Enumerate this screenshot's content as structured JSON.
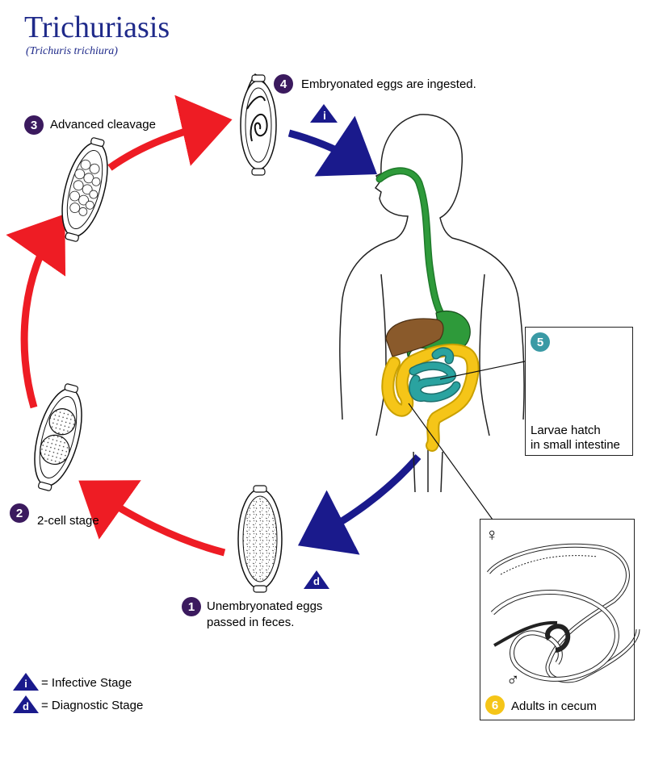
{
  "title": "Trichuriasis",
  "subtitle": "(Trichuris trichiura)",
  "stages": [
    {
      "num": "1",
      "label_l1": "Unembryonated eggs",
      "label_l2": "passed in feces."
    },
    {
      "num": "2",
      "label": "2-cell stage"
    },
    {
      "num": "3",
      "label": "Advanced cleavage"
    },
    {
      "num": "4",
      "label": "Embryonated eggs are ingested."
    },
    {
      "num": "5",
      "label_l1": "Larvae hatch",
      "label_l2": "in small intestine"
    },
    {
      "num": "6",
      "label": "Adults in cecum"
    }
  ],
  "markers": {
    "infective": "i",
    "diagnostic": "d"
  },
  "legend": {
    "infective_text": "= Infective Stage",
    "diagnostic_text": "= Diagnostic Stage"
  },
  "sex_symbols": {
    "female": "♀",
    "male": "♂"
  },
  "colors": {
    "title": "#1f2a8a",
    "stage_circle": "#3b1a5e",
    "stage5_circle": "#3a9aa5",
    "stage6_circle": "#f5c518",
    "red_arrow": "#ee1c24",
    "blue_arrow": "#1a1a8c",
    "esophagus": "#2e9a3a",
    "liver": "#8a5a2b",
    "small_intestine": "#2aa3a0",
    "colon": "#f5c518"
  }
}
